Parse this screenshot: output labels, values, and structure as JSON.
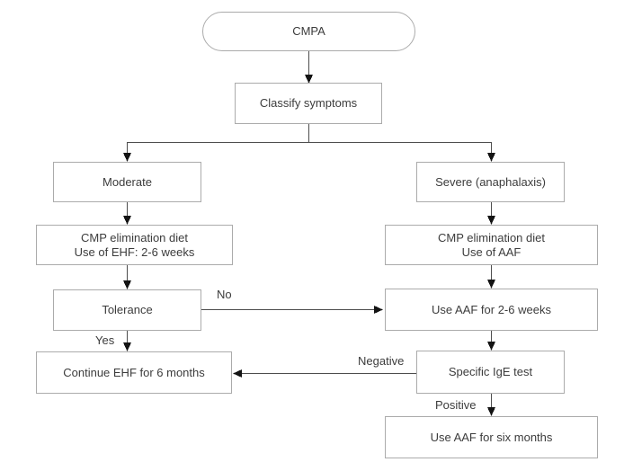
{
  "diagram": {
    "title_node": "CMPA",
    "nodes": {
      "cmpa": {
        "label": "CMPA",
        "shape": "stadium"
      },
      "classify": {
        "label": "Classify symptoms",
        "shape": "rect"
      },
      "moderate": {
        "label": "Moderate",
        "shape": "rect"
      },
      "severe": {
        "label": "Severe (anaphalaxis)",
        "shape": "rect"
      },
      "cmp_ehf": {
        "label": "CMP elimination diet\nUse of EHF: 2-6 weeks",
        "shape": "rect"
      },
      "cmp_aaf": {
        "label": "CMP elimination diet\nUse of AAF",
        "shape": "rect"
      },
      "tolerance": {
        "label": "Tolerance",
        "shape": "rect"
      },
      "aaf_26": {
        "label": "Use AAF for 2-6 weeks",
        "shape": "rect"
      },
      "continue_ehf": {
        "label": "Continue EHF for 6 months",
        "shape": "rect"
      },
      "ige": {
        "label": "Specific IgE test",
        "shape": "rect"
      },
      "aaf_6m": {
        "label": "Use AAF for six months",
        "shape": "rect"
      }
    },
    "edge_labels": {
      "no": "No",
      "yes": "Yes",
      "negative": "Negative",
      "positive": "Positive"
    },
    "edges": [
      {
        "from": "cmpa",
        "to": "classify",
        "label": ""
      },
      {
        "from": "classify",
        "to": "moderate",
        "label": ""
      },
      {
        "from": "classify",
        "to": "severe",
        "label": ""
      },
      {
        "from": "moderate",
        "to": "cmp_ehf",
        "label": ""
      },
      {
        "from": "cmp_ehf",
        "to": "tolerance",
        "label": ""
      },
      {
        "from": "tolerance",
        "to": "aaf_26",
        "label": "No"
      },
      {
        "from": "tolerance",
        "to": "continue_ehf",
        "label": "Yes"
      },
      {
        "from": "severe",
        "to": "cmp_aaf",
        "label": ""
      },
      {
        "from": "cmp_aaf",
        "to": "aaf_26",
        "label": ""
      },
      {
        "from": "aaf_26",
        "to": "ige",
        "label": ""
      },
      {
        "from": "ige",
        "to": "continue_ehf",
        "label": "Negative"
      },
      {
        "from": "ige",
        "to": "aaf_6m",
        "label": "Positive"
      }
    ],
    "colors": {
      "background": "#ffffff",
      "box_border": "#ababab",
      "line": "#4d4d4d",
      "arrowhead": "#141414",
      "text": "#3c3c3c"
    }
  }
}
